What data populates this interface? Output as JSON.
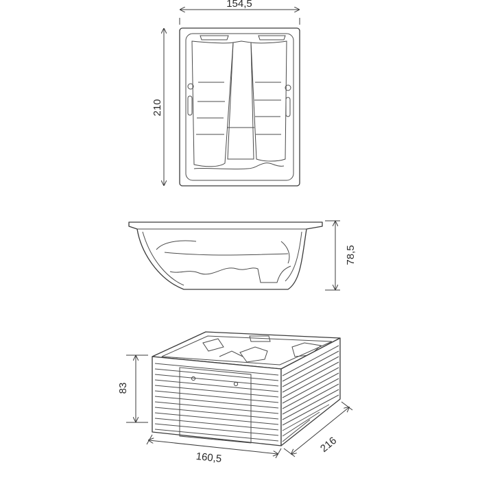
{
  "dimensions": {
    "top_width": "154,5",
    "top_length": "210",
    "side_height": "78,5",
    "panel_height": "83",
    "panel_front_width": "160,5",
    "panel_depth": "216"
  }
}
